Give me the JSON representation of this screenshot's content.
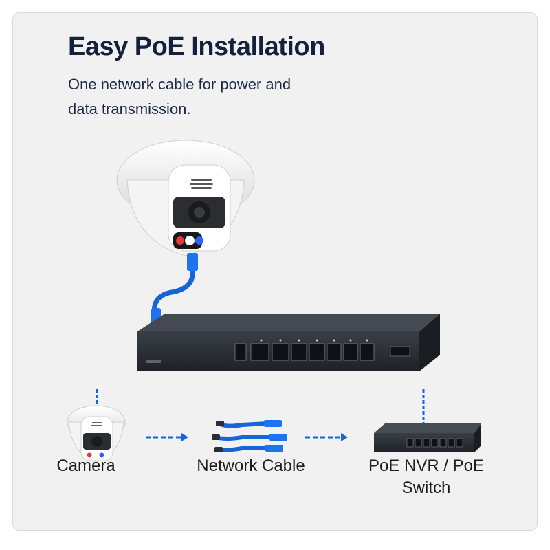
{
  "header": {
    "title": "Easy PoE Installation",
    "subtitle": "One network cable for power and data transmission."
  },
  "diagram": {
    "steps": [
      {
        "label": "Camera",
        "icon": "dome-camera-icon"
      },
      {
        "label": "Network Cable",
        "icon": "network-cable-icon"
      },
      {
        "label": "PoE NVR / PoE Switch",
        "icon": "poe-switch-icon"
      }
    ]
  },
  "colors": {
    "title": "#14213d",
    "cable": "#1565d8",
    "switch": "#2b2f36",
    "background": "#f1f1f1"
  }
}
